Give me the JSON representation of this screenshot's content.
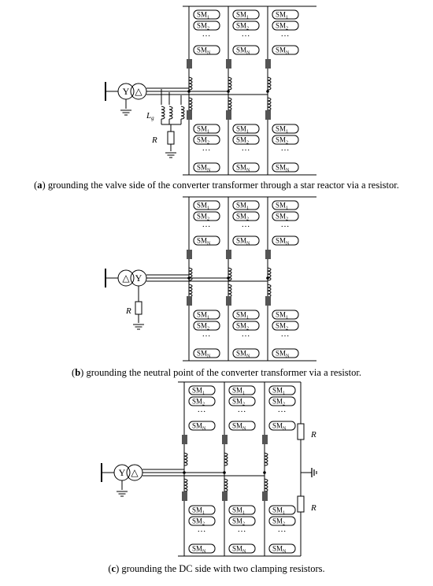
{
  "labels": {
    "sm1": "SM",
    "sm1_sub": "1",
    "sm2": "SM",
    "sm2_sub": "2",
    "smN": "SM",
    "smN_sub": "N",
    "dots": "…",
    "star": "Y",
    "delta": "△",
    "R": "R",
    "Lg": "L",
    "Lg_sub": "g"
  },
  "captions": {
    "a": {
      "tag": "a",
      "text": " grounding the valve side of the converter transformer through a star reactor via a resistor."
    },
    "b": {
      "tag": "b",
      "text": " grounding the neutral point of the converter transformer via a resistor."
    },
    "c": {
      "tag": "c",
      "text": " grounding the DC side with two clamping resistors."
    }
  }
}
